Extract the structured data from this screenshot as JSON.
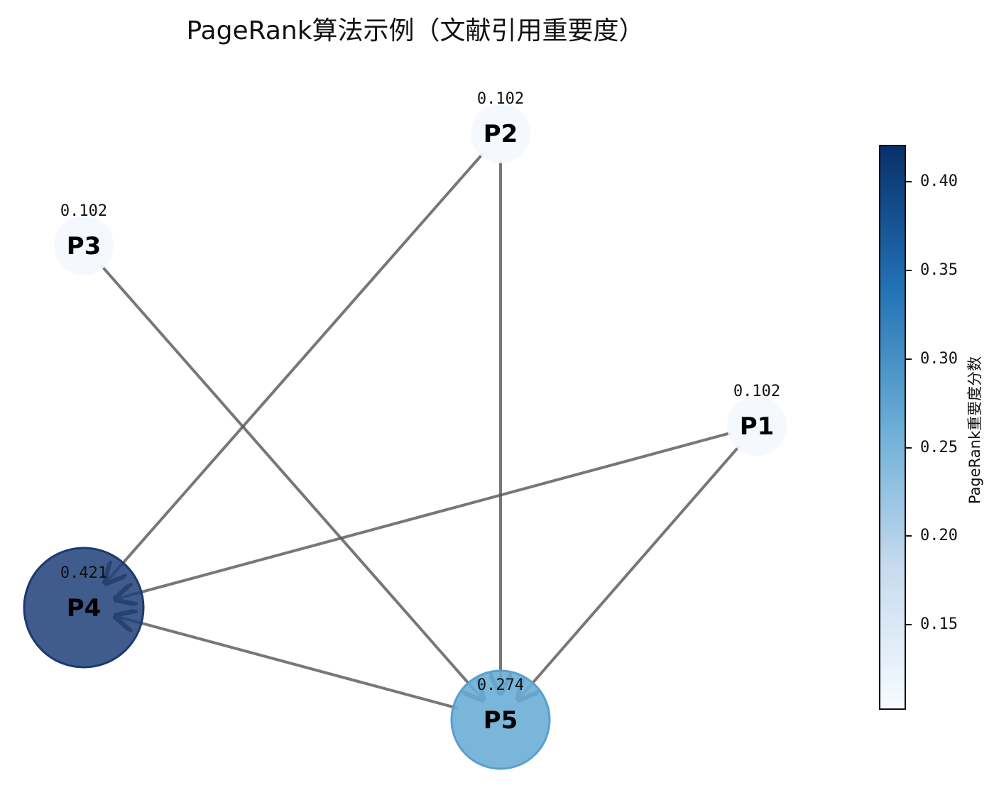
{
  "title": "PageRank算法示例（文献引用重要度）",
  "colorbar": {
    "label": "PageRank重要度分数",
    "min": 0.102,
    "max": 0.421,
    "ticks": [
      "0.15",
      "0.20",
      "0.25",
      "0.30",
      "0.35",
      "0.40"
    ],
    "colors": [
      "#f7fbff",
      "#c6dbef",
      "#6baed6",
      "#2171b5",
      "#08306b"
    ]
  },
  "nodes": [
    {
      "id": "P1",
      "label": "P1",
      "score": 0.102,
      "score_label": "0.102"
    },
    {
      "id": "P2",
      "label": "P2",
      "score": 0.102,
      "score_label": "0.102"
    },
    {
      "id": "P3",
      "label": "P3",
      "score": 0.102,
      "score_label": "0.102"
    },
    {
      "id": "P4",
      "label": "P4",
      "score": 0.421,
      "score_label": "0.421"
    },
    {
      "id": "P5",
      "label": "P5",
      "score": 0.274,
      "score_label": "0.274"
    }
  ],
  "edges": [
    {
      "from": "P2",
      "to": "P4"
    },
    {
      "from": "P2",
      "to": "P5"
    },
    {
      "from": "P3",
      "to": "P5"
    },
    {
      "from": "P1",
      "to": "P4"
    },
    {
      "from": "P1",
      "to": "P5"
    },
    {
      "from": "P5",
      "to": "P4"
    }
  ],
  "colors": {
    "edge": "#555555",
    "node_p4": "#1f3f78",
    "node_p5": "#6aaed6",
    "node_low": "#f4f8fd"
  }
}
